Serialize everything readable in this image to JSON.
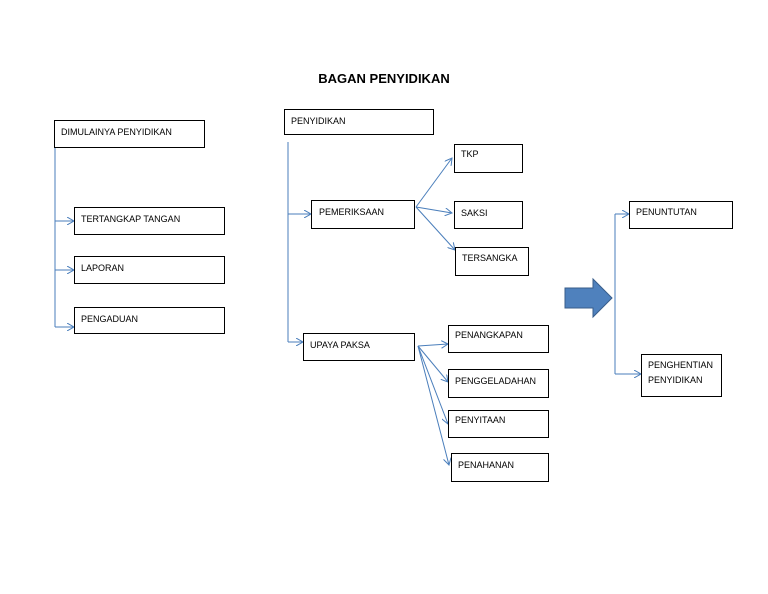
{
  "title": "BAGAN PENYIDIKAN",
  "colors": {
    "connector": "#4A7EBB",
    "arrow_fill": "#4F81BD",
    "arrow_stroke": "#385D8A"
  },
  "left": {
    "root": "DIMULAINYA PENYIDIKAN",
    "items": [
      "TERTANGKAP TANGAN",
      "LAPORAN",
      "PENGADUAN"
    ]
  },
  "middle": {
    "root": "PENYIDIKAN",
    "pemeriksaan": {
      "label": "PEMERIKSAAN",
      "items": [
        "TKP",
        "SAKSI",
        "TERSANGKA"
      ]
    },
    "upaya_paksa": {
      "label": "UPAYA PAKSA",
      "items": [
        "PENANGKAPAN",
        "PENGGELADAHAN",
        "PENYITAAN",
        "PENAHANAN"
      ]
    }
  },
  "right": {
    "items": [
      "PENUNTUTAN",
      "PENGHENTIAN PENYIDIKAN"
    ]
  },
  "flow_arrow_icon": "right-block-arrow-icon"
}
